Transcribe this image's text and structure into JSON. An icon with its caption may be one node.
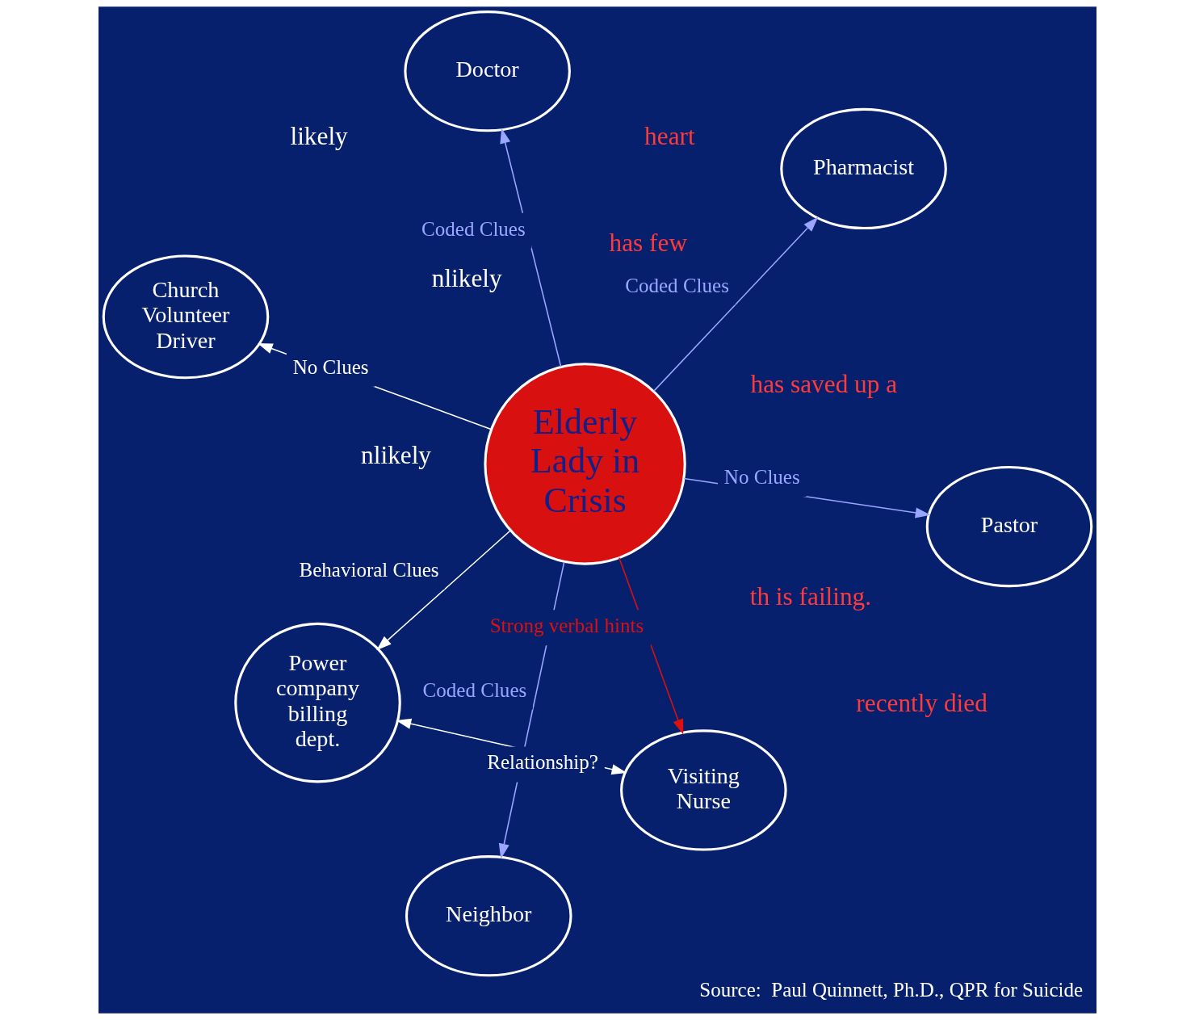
{
  "diagram": {
    "caption": "Source:  Paul Quinnett, Ph.D., QPR for Suicide",
    "nodes": [
      {
        "text": [
          "Elderly Lady in Crisis"
        ]
      },
      {
        "text": [
          "Pastor"
        ]
      },
      {
        "text": [
          "Neighbor"
        ]
      },
      {
        "text": [
          "Church Volunteer Driver"
        ]
      },
      {
        "text": [
          "Pharmacist"
        ]
      },
      {
        "text": [
          "Doctor"
        ]
      },
      {
        "text": [
          "Power company billing dept."
        ]
      },
      {
        "text": [
          "Visiting Nurse"
        ]
      }
    ],
    "edges": [
      {
        "from": 0,
        "to": 1,
        "arrow": "to",
        "label": "No Clues"
      },
      {
        "from": 0,
        "to": 2,
        "arrow": "to",
        "label": "Coded Clues"
      },
      {
        "from": 0,
        "to": 3,
        "arrow": "to",
        "label": "No Clues",
        "color": "#ffffff"
      },
      {
        "from": 0,
        "to": 4,
        "arrow": "to",
        "label": "Coded Clues"
      },
      {
        "from": 0,
        "to": 5,
        "arrow": "to",
        "label": "Coded Clues"
      },
      {
        "from": 0,
        "to": 6,
        "arrow": "to",
        "label": "Behavioral Clues",
        "color": "#ffffff"
      },
      {
        "from": 0,
        "to": 7,
        "arrow": "to",
        "label": "Strong verbal hints",
        "color": "#dd1010"
      },
      {
        "from": 7,
        "to": 6,
        "arrow": "both",
        "label": "Relationship?",
        "color": "#ffffff"
      }
    ],
    "labels": [
      "th is failing.",
      "has few",
      "recently died",
      "has saved up a",
      "heart",
      "nlikely",
      "likely",
      "nlikely"
    ]
  }
}
